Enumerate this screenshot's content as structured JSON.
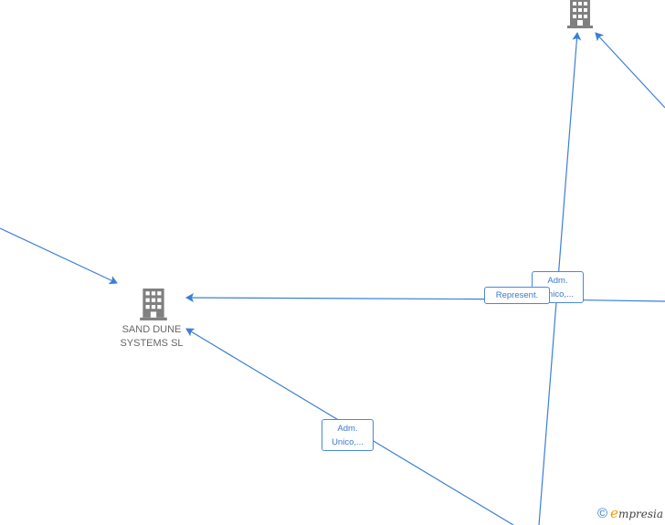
{
  "nodes": {
    "sand_dune": {
      "label": "SAND DUNE\nSYSTEMS SL",
      "icon": "building-icon"
    },
    "top_company": {
      "icon": "building-icon"
    }
  },
  "edge_labels": {
    "adm_unico_top": "Adm.\nUnico,...",
    "represent": "Represent.",
    "adm_unico_bottom": "Adm.\nUnico,..."
  },
  "brand": {
    "copyright": "©",
    "e": "e",
    "name": "mpresia"
  },
  "colors": {
    "edge": "#3b7fd6",
    "icon": "#808080",
    "label_text": "#666666"
  }
}
